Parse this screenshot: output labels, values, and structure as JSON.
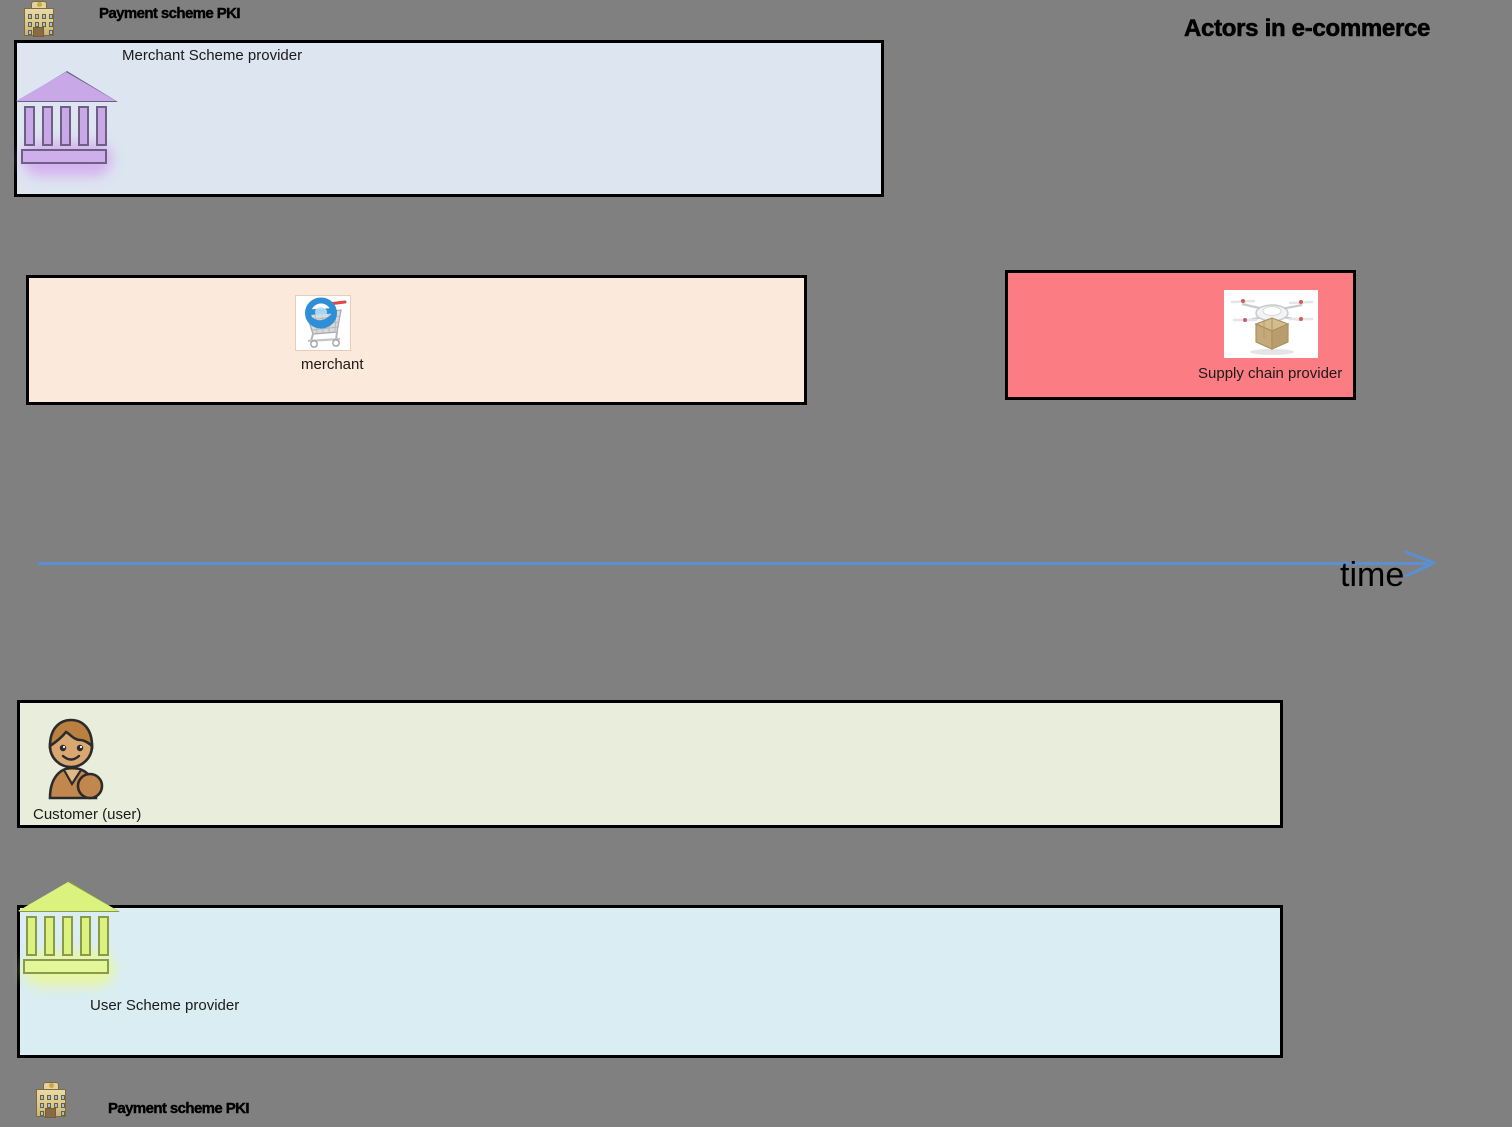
{
  "page": {
    "title": "Actors in e-commerce",
    "background_color": "#808080"
  },
  "header": {
    "pki_top_label": "Payment scheme PKI",
    "pki_top_icon": "bank-building-icon",
    "main_title": "Actors in e-commerce"
  },
  "footer": {
    "pki_bottom_label": "Payment scheme PKI",
    "pki_bottom_icon": "bank-building-icon"
  },
  "time_axis": {
    "label": "time",
    "color": "#5b8fd4",
    "direction": "left-to-right"
  },
  "lanes": [
    {
      "id": "merchant-scheme-provider",
      "label": "Merchant Scheme provider",
      "fill": "#dde5f0",
      "border": "#000000",
      "icon": "bank-columns-icon",
      "icon_color": "#c9a8e8"
    },
    {
      "id": "merchant",
      "label": "merchant",
      "fill": "#fbe9dc",
      "border": "#000000",
      "icon": "shopping-cart-e-icon"
    },
    {
      "id": "supply-chain-provider",
      "label": "Supply chain provider",
      "fill": "#fc7c84",
      "border": "#000000",
      "icon": "delivery-drone-icon"
    },
    {
      "id": "customer-user",
      "label": "Customer (user)",
      "fill": "#e9eedc",
      "border": "#000000",
      "icon": "customer-person-icon",
      "icon_color": "#c68f5e"
    },
    {
      "id": "user-scheme-provider",
      "label": "User Scheme  provider",
      "fill": "#daedf2",
      "border": "#000000",
      "icon": "bank-columns-icon",
      "icon_color": "#dcf27f"
    }
  ]
}
